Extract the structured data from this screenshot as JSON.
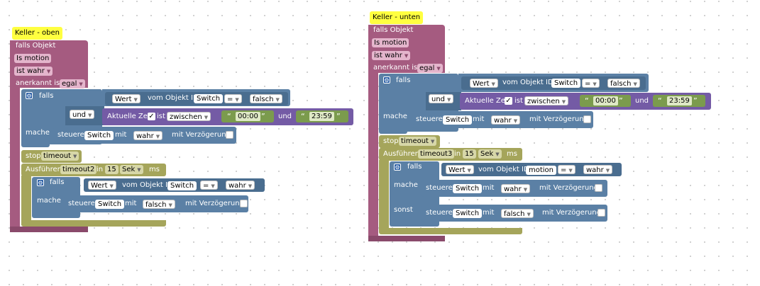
{
  "left": {
    "title": "Keller - oben",
    "trigger": {
      "falls_objekt": "falls Objekt",
      "object": "Is motion",
      "state_value": "ist wahr",
      "ack_label": "anerkannt ist",
      "ack_value": "egal"
    },
    "if_block": {
      "falls": "falls",
      "mache": "mache",
      "cond1": {
        "get_value": "Wert",
        "from_object": "vom Objekt ID",
        "object": "Switch",
        "op": "=",
        "compare": "falsch"
      },
      "and_op": "und",
      "cond2": {
        "label": "Aktuelle Zeit",
        "check": "✓",
        "is": "ist",
        "range": "zwischen",
        "from": "00:00",
        "and": "und",
        "to": "23:59"
      },
      "action": {
        "steuere": "steuere",
        "object": "Switch",
        "mit": "mit",
        "value": "wahr",
        "delay": "mit Verzögerung"
      }
    },
    "stop": {
      "label": "stop",
      "name": "timeout"
    },
    "exec": {
      "label": "Ausführen",
      "name": "timeout2",
      "in": "in",
      "amount": "15",
      "unit": "Sek",
      "ms": "ms"
    },
    "inner_if": {
      "falls": "falls",
      "mache": "mache",
      "cond": {
        "get_value": "Wert",
        "from_object": "vom Objekt ID",
        "object": "Switch",
        "op": "=",
        "compare": "wahr"
      },
      "action": {
        "steuere": "steuere",
        "object": "Switch",
        "mit": "mit",
        "value": "falsch",
        "delay": "mit Verzögerung"
      }
    }
  },
  "right": {
    "title": "Keller - unten",
    "trigger": {
      "falls_objekt": "falls Objekt",
      "object": "Is motion",
      "state_value": "ist wahr",
      "ack_label": "anerkannt ist",
      "ack_value": "egal"
    },
    "if_block": {
      "falls": "falls",
      "mache": "mache",
      "cond1": {
        "get_value": "Wert",
        "from_object": "vom Objekt ID",
        "object": "Switch",
        "op": "=",
        "compare": "falsch"
      },
      "and_op": "und",
      "cond2": {
        "label": "Aktuelle Zeit",
        "check": "✓",
        "is": "ist",
        "range": "zwischen",
        "from": "00:00",
        "and": "und",
        "to": "23:59"
      },
      "action": {
        "steuere": "steuere",
        "object": "Switch",
        "mit": "mit",
        "value": "wahr",
        "delay": "mit Verzögerung"
      }
    },
    "stop": {
      "label": "stop",
      "name": "timeout"
    },
    "exec": {
      "label": "Ausführen",
      "name": "timeout3",
      "in": "in",
      "amount": "15",
      "unit": "Sek",
      "ms": "ms"
    },
    "inner_if": {
      "falls": "falls",
      "mache": "mache",
      "sonst": "sonst",
      "cond": {
        "get_value": "Wert",
        "from_object": "vom Objekt ID",
        "object": "motion",
        "op": "=",
        "compare": "wahr"
      },
      "action": {
        "steuere": "steuere",
        "object": "Switch",
        "mit": "mit",
        "value": "wahr",
        "delay": "mit Verzögerung"
      },
      "else_action": {
        "steuere": "steuere",
        "object": "Switch",
        "mit": "mit",
        "value": "falsch",
        "delay": "mit Verzögerung"
      }
    }
  }
}
